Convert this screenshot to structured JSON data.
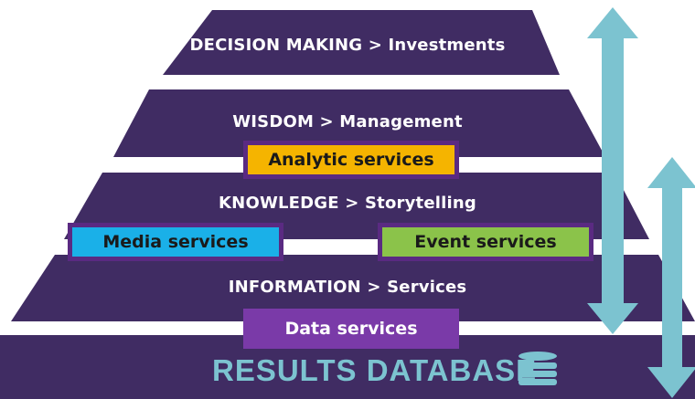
{
  "tiers": {
    "decision": "DECISION MAKING > Investments",
    "wisdom": "WISDOM > Management",
    "knowledge": "KNOWLEDGE > Storytelling",
    "information": "INFORMATION > Services"
  },
  "services": {
    "analytic": "Analytic services",
    "media": "Media services",
    "event": "Event services",
    "data": "Data services"
  },
  "database": {
    "title": "RESULTS DATABASE",
    "icon": "database-stack-icon"
  },
  "colors": {
    "pyramid": "#402c63",
    "box_border": "#5a2a82",
    "analytic": "#f5b400",
    "media": "#1ab0e8",
    "event": "#8bc34a",
    "data": "#7a3aa8",
    "arrow": "#7cc3d0"
  }
}
